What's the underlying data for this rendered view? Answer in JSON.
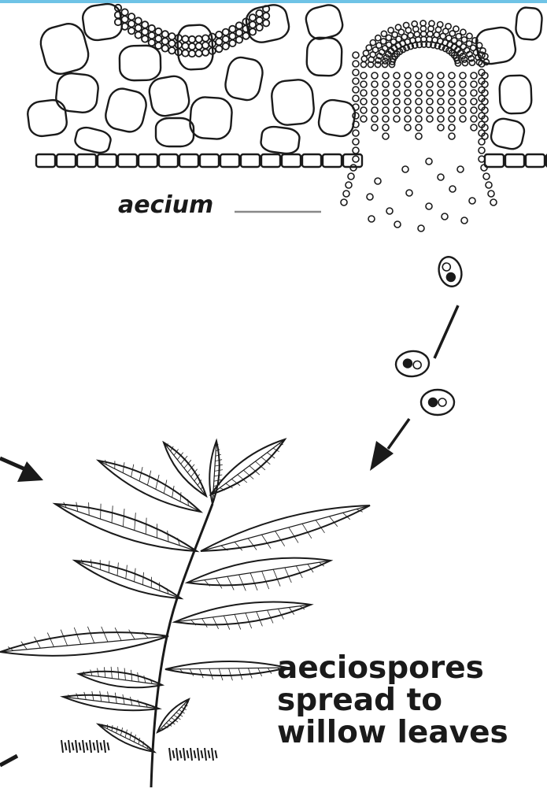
{
  "labels": {
    "aecium": "aecium",
    "caption_lines": [
      "aeciospores",
      "spread to",
      "willow leaves"
    ]
  },
  "colors": {
    "ink": "#1a1a1a",
    "pointer_line": "#888888",
    "top_band": "#6fc3e6",
    "background": "#ffffff"
  }
}
